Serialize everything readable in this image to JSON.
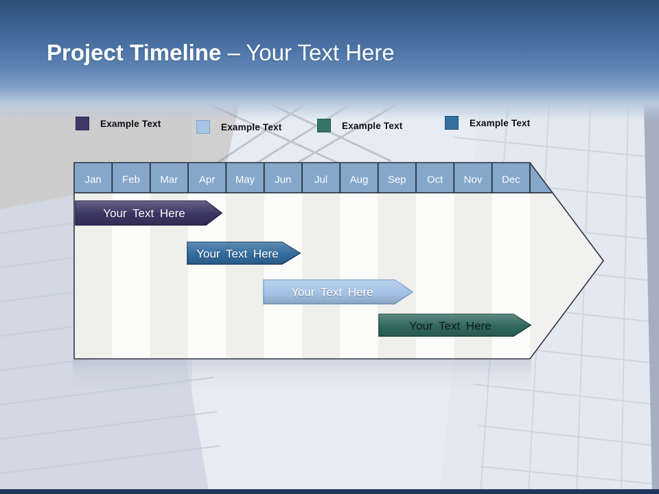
{
  "slide": {
    "title": {
      "main": "Project Timeline",
      "suffix": "– Your Text Here"
    }
  },
  "legend": {
    "items": [
      {
        "label": "Example Text",
        "color": "#3E3A69",
        "border": "#2B284E"
      },
      {
        "label": "Example Text",
        "color": "#A6C4E5",
        "border": "#7FA3C8"
      },
      {
        "label": "Example Text",
        "color": "#377569",
        "border": "#23564D"
      },
      {
        "label": "Example Text",
        "color": "#35709F",
        "border": "#1F4E78"
      }
    ]
  },
  "timeline": {
    "months": [
      "Jan",
      "Feb",
      "Mar",
      "Apr",
      "May",
      "Jun",
      "Jul",
      "Aug",
      "Sep",
      "Oct",
      "Nov",
      "Dec"
    ],
    "header_color": "#84A7CA",
    "header_divider_color": "#20242E",
    "body_stripe_gray": "#EFEFEC",
    "body_stripe_white": "#FCFCFB",
    "outline_color": "#2F3142",
    "bars": [
      {
        "label": "Your Text Here",
        "color": "#3B3564",
        "stroke": "#232045",
        "text_color": "#FFFFFF"
      },
      {
        "label": "Your Text Here",
        "color": "#336C9E",
        "stroke": "#1C4269",
        "text_color": "#FFFFFF"
      },
      {
        "label": "Your Text Here",
        "color": "#A5C3E6",
        "stroke": "#7BA3CA",
        "text_color": "#FFFFFF"
      },
      {
        "label": "Your Text Here",
        "color": "#31685E",
        "stroke": "#1D4A42",
        "text_color": "#111B19"
      }
    ]
  },
  "chart_data": {
    "type": "bar",
    "subtype": "gantt_timeline",
    "title": "Project Timeline – Your Text Here",
    "categories": [
      "Jan",
      "Feb",
      "Mar",
      "Apr",
      "May",
      "Jun",
      "Jul",
      "Aug",
      "Sep",
      "Oct",
      "Nov",
      "Dec"
    ],
    "legend_position": "top",
    "grid": "vertical-month-columns",
    "tasks": [
      {
        "label": "Your Text Here",
        "start": "Jan",
        "end": "Apr",
        "start_index": 0.0,
        "end_index": 3.9,
        "color": "#3B3564"
      },
      {
        "label": "Your Text Here",
        "start": "Apr",
        "end": "Jun",
        "start_index": 3.0,
        "end_index": 5.9,
        "color": "#336C9E"
      },
      {
        "label": "Your Text Here",
        "start": "Jun",
        "end": "Sep",
        "start_index": 5.0,
        "end_index": 8.9,
        "color": "#A5C3E6"
      },
      {
        "label": "Your Text Here",
        "start": "Sep",
        "end": "Dec",
        "start_index": 8.0,
        "end_index": 12.0,
        "color": "#31685E"
      }
    ]
  }
}
